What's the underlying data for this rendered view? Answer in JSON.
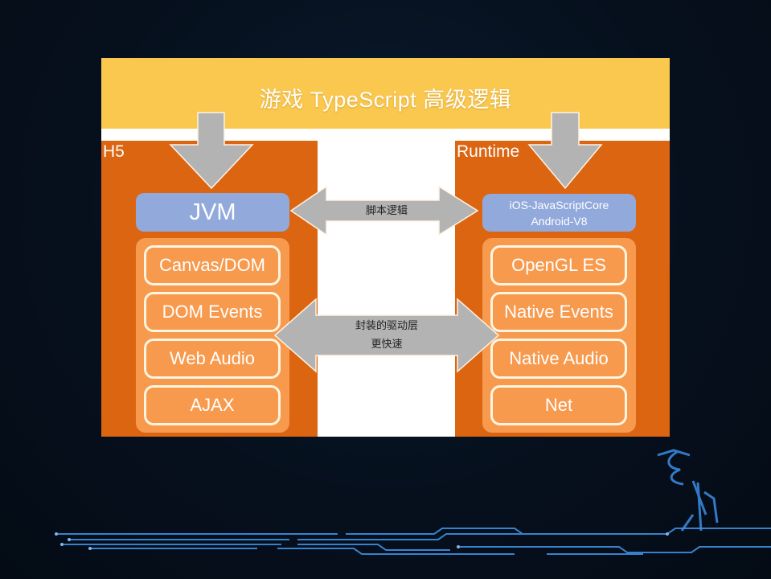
{
  "slide": {
    "banner_title": "游戏 TypeScript 高级逻辑",
    "left_panel": {
      "label": "H5",
      "engine": "JVM",
      "layers": [
        "Canvas/DOM",
        "DOM Events",
        "Web Audio",
        "AJAX"
      ]
    },
    "right_panel": {
      "label": "Runtime",
      "engine_lines": [
        "iOS-JavaScriptCore",
        "Android-V8"
      ],
      "layers": [
        "OpenGL ES",
        "Native Events",
        "Native Audio",
        "Net"
      ]
    },
    "connectors": {
      "script_logic": "脚本逻辑",
      "driver_layer_line1": "封装的驱动层",
      "driver_layer_line2": "更快速"
    }
  },
  "colors": {
    "banner": "#fbc84f",
    "panel": "#dc6512",
    "engine": "#92a9dc",
    "stack": "#f79a4e",
    "arrow": "#b3b3b3",
    "background": "#06101d",
    "circuit": "#3d8fe0"
  }
}
